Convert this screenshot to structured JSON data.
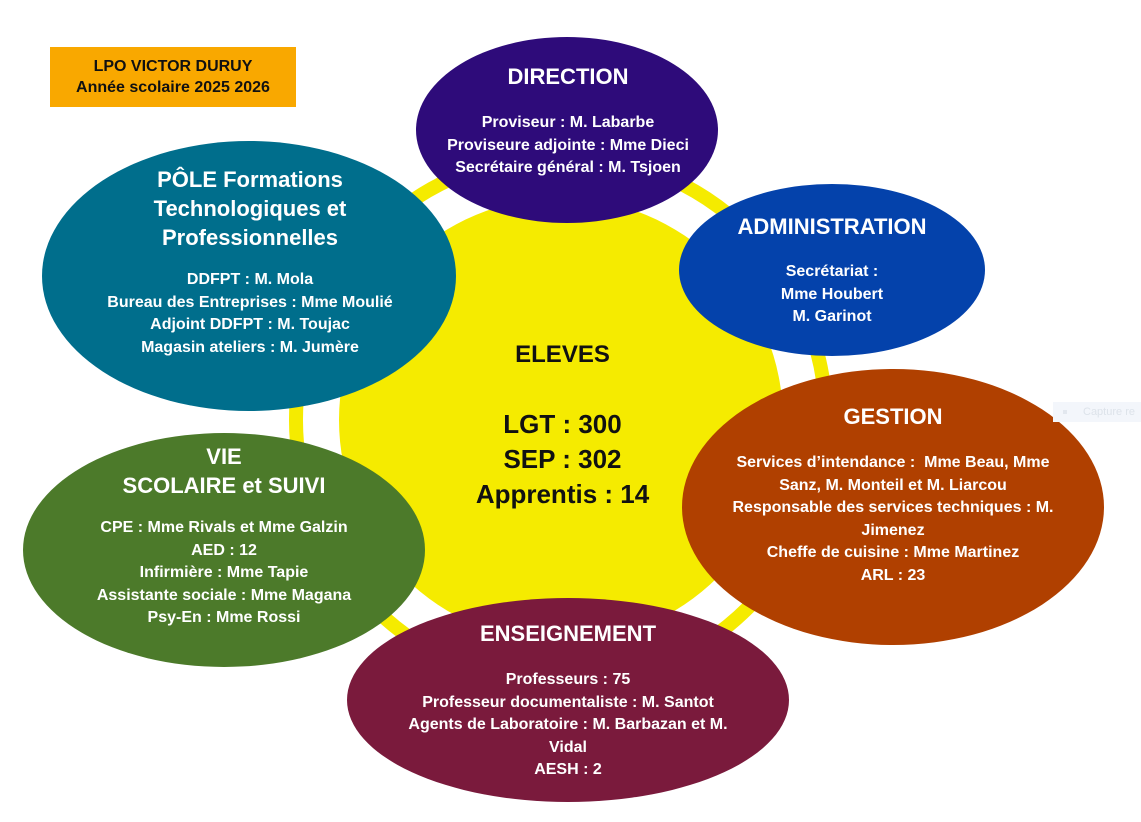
{
  "header": {
    "line1": "LPO VICTOR DURUY",
    "line2": "Année scolaire 2025 2026"
  },
  "center": {
    "title": "ELEVES",
    "stats": [
      "LGT : 300",
      "SEP : 302",
      "Apprentis : 14"
    ],
    "color": "#f5eb00"
  },
  "nodes": {
    "direction": {
      "title": "DIRECTION",
      "color": "#2e0b7a",
      "lines": [
        "Proviseur : M. Labarbe",
        "Proviseure adjointe : Mme Dieci",
        "Secrétaire général : M. Tsjoen"
      ]
    },
    "pole": {
      "title_lines": [
        "PÔLE Formations",
        "Technologiques et",
        "Professionnelles"
      ],
      "color": "#006e8c",
      "lines": [
        "DDFPT : M. Mola",
        "Bureau des Entreprises : Mme Moulié",
        "Adjoint DDFPT : M. Toujac",
        "Magasin ateliers : M. Jumère"
      ]
    },
    "administration": {
      "title": "ADMINISTRATION",
      "color": "#0442ab",
      "lines": [
        "Secrétariat :",
        "Mme Houbert",
        "M. Garinot"
      ]
    },
    "gestion": {
      "title": "GESTION",
      "color": "#b04000",
      "lines": [
        "Services d’intendance :  Mme Beau, Mme",
        "Sanz, M. Monteil et M. Liarcou",
        "Responsable des services techniques : M.",
        "Jimenez",
        "Cheffe de cuisine : Mme Martinez",
        "ARL : 23"
      ]
    },
    "vie_scolaire": {
      "title_lines": [
        "VIE",
        "SCOLAIRE et SUIVI"
      ],
      "color": "#4c7a2a",
      "lines": [
        "CPE : Mme Rivals et Mme Galzin",
        "AED : 12",
        "Infirmière : Mme Tapie",
        "Assistante sociale : Mme Magana",
        "Psy-En : Mme Rossi"
      ]
    },
    "enseignement": {
      "title": "ENSEIGNEMENT",
      "color": "#7a1a3c",
      "lines": [
        "Professeurs : 75",
        "Professeur documentaliste : M. Santot",
        "Agents de Laboratoire : M. Barbazan et M.",
        "Vidal",
        "AESH : 2"
      ]
    }
  },
  "overlay": {
    "label": "Capture re"
  }
}
